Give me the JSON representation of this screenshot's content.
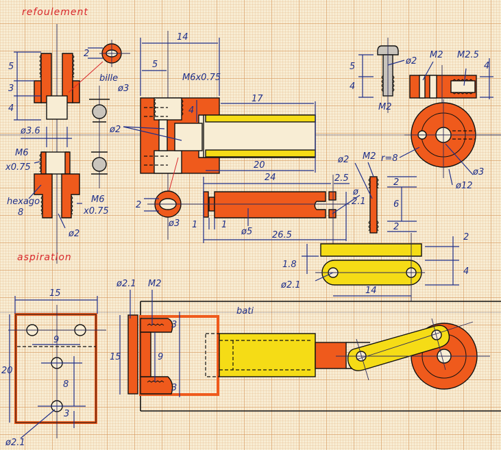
{
  "drawing": {
    "type": "hand-drawn mechanical drawing on graph paper",
    "colors": {
      "orange_part": "#ef5a1c",
      "yellow_part": "#f5dc16",
      "ball": "#c9c4bc",
      "ink_dimension": "#1f2f8a",
      "title_red": "#d8262a",
      "paper": "#f8edd4"
    }
  },
  "valve_nipple": {
    "top_label": "refoulement",
    "bottom_label": "aspiration",
    "dim_top_5": "5",
    "dim_mid_3": "3",
    "dim_bottom_4": "4",
    "dim_bore": "ø3.6",
    "thread_left_a": "M6",
    "thread_left_b": "x0.75",
    "thread_right_a": "M6",
    "thread_right_b": "x0.75",
    "hex_a": "hexago",
    "hex_b": "8",
    "hole": "ø2",
    "slot_dim": "2"
  },
  "ball": {
    "label": "bille",
    "diameter": "ø3",
    "bore": "ø2"
  },
  "cylinder_head": {
    "dim_width": "14",
    "dim_offset": "5",
    "thread": "M6x0.75",
    "dim_depth": "4"
  },
  "cylinder": {
    "dim_length": "17",
    "dim_bore_length": "20"
  },
  "piston": {
    "dim_length": "24",
    "dim_slot": "2.5",
    "dim_total": "26.5",
    "dim_rim_a": "1",
    "dim_rim_b": "1",
    "diameter": "ø5",
    "pin_hole_a": "ø",
    "pin_hole_b": "2.1",
    "end_diameter": "ø3",
    "end_slot": "2"
  },
  "pin": {
    "thread": "M2",
    "diameter": "ø2",
    "dim_a": "2",
    "dim_b": "6",
    "dim_c": "2"
  },
  "screw": {
    "dim_head": "5",
    "dim_thread": "4",
    "diameter": "ø2",
    "thread": "M2"
  },
  "crank_wheel": {
    "thread_a": "M2",
    "thread_b": "M2.5",
    "dim_h": "4",
    "radius": "r=8",
    "bore": "ø3",
    "diameter": "ø12"
  },
  "connecting_rod": {
    "dim_thick": "2",
    "dim_height": "4",
    "dim_offset": "1.8",
    "hole": "ø2.1",
    "centers": "14"
  },
  "base_plate": {
    "dim_width": "15",
    "dim_height": "20",
    "dim_holes": "9",
    "dim_vert": "8",
    "dim_edge": "3",
    "hole": "ø2.1"
  },
  "assembly": {
    "label": "bati",
    "hole": "ø2.1",
    "thread": "M2",
    "dim_height": "15",
    "dim_holes": "9",
    "dim_top": "3",
    "dim_bottom": "3"
  }
}
